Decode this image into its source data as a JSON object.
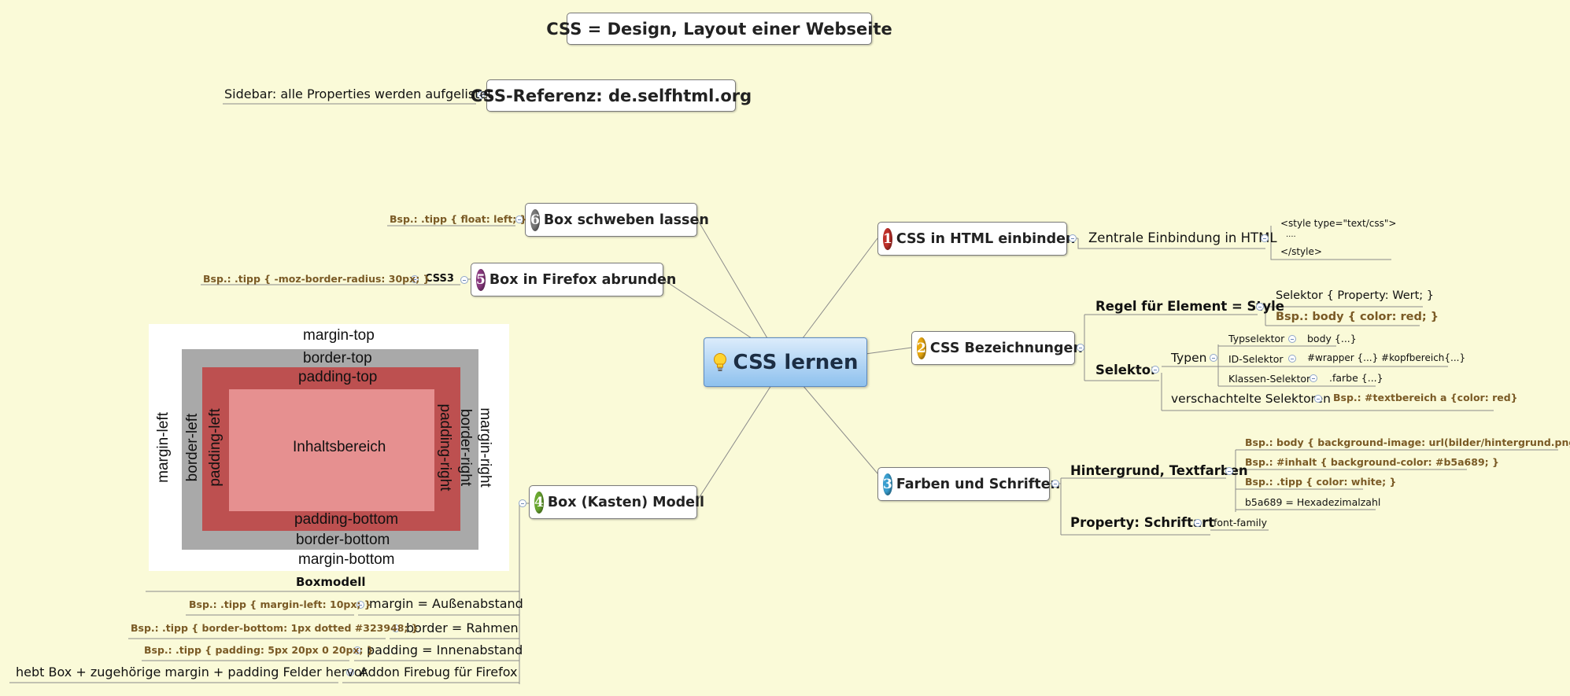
{
  "title_node": "CSS = Design, Layout einer Webseite",
  "reference": {
    "label": "CSS-Referenz: de.selfhtml.org",
    "note": "Sidebar: alle Properties werden aufgelistet"
  },
  "central": {
    "label": "CSS lernen",
    "icon": "lightbulb-icon"
  },
  "branches": {
    "b1": {
      "number": "1",
      "label": "CSS in HTML einbinden",
      "child": "Zentrale Einbindung in HTML",
      "code": [
        "<style type=\"text/css\">",
        "....",
        "</style>"
      ]
    },
    "b2": {
      "number": "2",
      "label": "CSS Bezeichnungen",
      "rule": "Regel für Element = Style",
      "rule_items": [
        "Selektor { Property: Wert; }",
        "Bsp.: body { color: red; }"
      ],
      "selektor": "Selektor",
      "typen": "Typen",
      "types": [
        {
          "name": "Typselektor",
          "example": "body {...}"
        },
        {
          "name": "ID-Selektor",
          "example": "#wrapper {...} #kopfbereich{...}"
        },
        {
          "name": "Klassen-Selektor",
          "example": ".farbe {...}"
        }
      ],
      "nested": "verschachtelte Selektoren",
      "nested_example": "Bsp.: #textbereich a {color: red}"
    },
    "b3": {
      "number": "3",
      "label": "Farben und Schriften",
      "bg": "Hintergrund, Textfarben",
      "bg_items": [
        "Bsp.: body { background-image: url(bilder/hintergrund.png); }",
        "Bsp.: #inhalt { background-color: #b5a689; }",
        "Bsp.: .tipp { color: white; }",
        "b5a689 = Hexadezimalzahl"
      ],
      "font": "Property: Schriftart",
      "font_item": "font-family"
    },
    "b4": {
      "number": "4",
      "label": "Box (Kasten) Modell",
      "caption": "Boxmodell",
      "items": [
        {
          "label": "margin = Außenabstand",
          "example": "Bsp.: .tipp { margin-left: 10px; }"
        },
        {
          "label": "border = Rahmen",
          "example": "Bsp.: .tipp { border-bottom: 1px dotted #323948; }"
        },
        {
          "label": "padding = Innenabstand",
          "example": "Bsp.: .tipp { padding: 5px 20px 0 20px; }"
        },
        {
          "label": "Addon Firebug für Firefox",
          "example": "hebt Box + zugehörige margin + padding Felder hervor"
        }
      ],
      "diagram": {
        "margin_top": "margin-top",
        "margin_bottom": "margin-bottom",
        "margin_left": "margin-left",
        "margin_right": "margin-right",
        "border_top": "border-top",
        "border_bottom": "border-bottom",
        "border_left": "border-left",
        "border_right": "border-right",
        "padding_top": "padding-top",
        "padding_bottom": "padding-bottom",
        "padding_left": "padding-left",
        "padding_right": "padding-right",
        "content": "Inhaltsbereich"
      }
    },
    "b5": {
      "number": "5",
      "label": "Box in Firefox abrunden",
      "css3": "CSS3",
      "example": "Bsp.: .tipp { -moz-border-radius: 30px; }"
    },
    "b6": {
      "number": "6",
      "label": "Box schweben lassen",
      "example": "Bsp.: .tipp { float: left; }"
    }
  },
  "colors": {
    "b1": "#c0302a",
    "b2": "#e8a810",
    "b3": "#3a9fd0",
    "b4": "#6aa830",
    "b5": "#8a3a80",
    "b6": "#7a7a7a",
    "central_top": "#dcecfb",
    "central_bottom": "#8ec1ee",
    "example_text": "#7a5a25",
    "margin_box": "#ffffff",
    "border_box": "#a9a9a9",
    "padding_box": "#bd5050",
    "content_box": "#e69090"
  }
}
